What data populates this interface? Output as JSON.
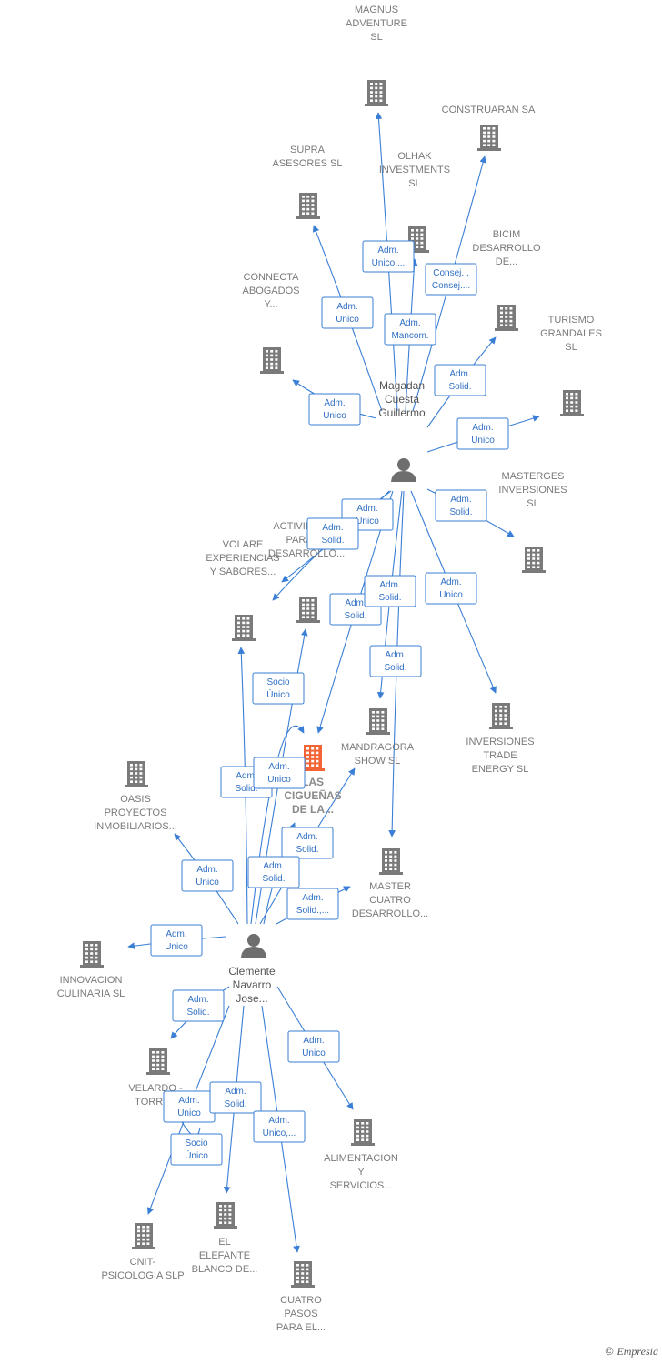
{
  "colors": {
    "edge": "#3a7fd5",
    "building": "#7a7a7a",
    "focus": "#f26436",
    "person": "#6e6e6e"
  },
  "persons": [
    {
      "id": "magadan",
      "lines": [
        "Magadan",
        "Cuesta",
        "Guillermo"
      ]
    },
    {
      "id": "clemente",
      "lines": [
        "Clemente",
        "Navarro",
        "Jose..."
      ]
    }
  ],
  "companies": [
    {
      "id": "magnus",
      "lines": [
        "MAGNUS",
        "ADVENTURE",
        "SL"
      ]
    },
    {
      "id": "construaran",
      "lines": [
        "CONSTRUARAN SA"
      ]
    },
    {
      "id": "supra",
      "lines": [
        "SUPRA",
        "ASESORES  SL"
      ]
    },
    {
      "id": "olhak",
      "lines": [
        "OLHAK",
        "INVESTMENTS",
        "SL"
      ]
    },
    {
      "id": "bicim",
      "lines": [
        "BICIM",
        "DESARROLLO",
        "DE..."
      ]
    },
    {
      "id": "connecta",
      "lines": [
        "CONNECTA",
        "ABOGADOS",
        "Y..."
      ]
    },
    {
      "id": "turismo",
      "lines": [
        "TURISMO",
        "GRANDALES",
        "SL"
      ]
    },
    {
      "id": "masterges",
      "lines": [
        "MASTERGES",
        "INVERSIONES",
        "SL"
      ]
    },
    {
      "id": "actividades",
      "lines": [
        "ACTIVIDADES",
        "PARA EL",
        "DESARROLLO..."
      ]
    },
    {
      "id": "volare",
      "lines": [
        "VOLARE",
        "EXPERIENCIAS",
        "Y SABORES..."
      ]
    },
    {
      "id": "lascig",
      "lines": [
        "LAS",
        "CIGUEÑAS",
        "DE LA..."
      ],
      "focus": true
    },
    {
      "id": "mandragora",
      "lines": [
        "MANDRAGORA",
        "SHOW  SL"
      ]
    },
    {
      "id": "inversiones",
      "lines": [
        "INVERSIONES",
        "TRADE",
        "ENERGY  SL"
      ]
    },
    {
      "id": "oasis",
      "lines": [
        "OASIS",
        "PROYECTOS",
        "INMOBILIARIOS..."
      ]
    },
    {
      "id": "master4",
      "lines": [
        "MASTER",
        "CUATRO",
        "DESARROLLO..."
      ]
    },
    {
      "id": "innovacion",
      "lines": [
        "INNOVACION",
        "CULINARIA SL"
      ]
    },
    {
      "id": "velardo",
      "lines": [
        "VELARDO -",
        "TORRES"
      ]
    },
    {
      "id": "alimentacion",
      "lines": [
        "ALIMENTACION",
        "Y",
        "SERVICIOS..."
      ]
    },
    {
      "id": "cnit",
      "lines": [
        "CNIT-",
        "PSICOLOGIA SLP"
      ]
    },
    {
      "id": "elefante",
      "lines": [
        "EL",
        "ELEFANTE",
        "BLANCO DE..."
      ]
    },
    {
      "id": "cuatro",
      "lines": [
        "CUATRO",
        "PASOS",
        "PARA EL..."
      ]
    }
  ],
  "relations": [
    {
      "from": "magadan",
      "to": "magnus",
      "lines": [
        "Adm.",
        "Unico,..."
      ]
    },
    {
      "from": "magadan",
      "to": "construaran",
      "lines": [
        "Consej. ,",
        "Consej...."
      ]
    },
    {
      "from": "magadan",
      "to": "supra",
      "lines": [
        "Adm.",
        "Unico"
      ]
    },
    {
      "from": "magadan",
      "to": "olhak",
      "lines": [
        "Adm.",
        "Mancom."
      ]
    },
    {
      "from": "magadan",
      "to": "bicim",
      "lines": [
        "Adm.",
        "Solid."
      ]
    },
    {
      "from": "magadan",
      "to": "connecta",
      "lines": [
        "Adm.",
        "Unico"
      ]
    },
    {
      "from": "magadan",
      "to": "turismo",
      "lines": [
        "Adm.",
        "Unico"
      ]
    },
    {
      "from": "magadan",
      "to": "masterges",
      "lines": [
        "Adm.",
        "Solid."
      ]
    },
    {
      "from": "magadan",
      "to": "actividades",
      "lines": [
        "Adm.",
        "Unico"
      ]
    },
    {
      "from": "magadan",
      "to": "volare",
      "lines": [
        "Adm.",
        "Solid."
      ]
    },
    {
      "from": "magadan",
      "to": "lascig",
      "lines": [
        "Adm.",
        "Solid."
      ]
    },
    {
      "from": "magadan",
      "to": "mandragora",
      "lines": [
        "Adm.",
        "Solid."
      ]
    },
    {
      "from": "magadan",
      "to": "master4",
      "lines": [
        "Adm.",
        "Solid."
      ]
    },
    {
      "from": "magadan",
      "to": "inversiones",
      "lines": [
        "Adm.",
        "Unico"
      ]
    },
    {
      "from": "clemente",
      "to": "volare",
      "lines": [
        "Adm.",
        "Solid."
      ]
    },
    {
      "from": "clemente",
      "to": "actividades",
      "lines": [
        "Adm.",
        "Unico"
      ]
    },
    {
      "from": "clemente",
      "to": "lascig",
      "lines": [
        "Socio",
        "Único"
      ]
    },
    {
      "from": "clemente",
      "to": "mandragora",
      "lines": [
        "Adm.",
        "Solid."
      ]
    },
    {
      "from": "clemente",
      "to": "oasis",
      "lines": [
        "Adm.",
        "Unico"
      ]
    },
    {
      "from": "clemente",
      "to": "master4",
      "lines": [
        "Adm.",
        "Solid.,..."
      ]
    },
    {
      "from": "clemente",
      "to": "lascig",
      "lines": [
        "Adm.",
        "Solid."
      ]
    },
    {
      "from": "clemente",
      "to": "innovacion",
      "lines": [
        "Adm.",
        "Unico"
      ]
    },
    {
      "from": "clemente",
      "to": "velardo",
      "lines": [
        "Adm.",
        "Solid."
      ]
    },
    {
      "from": "clemente",
      "to": "alimentacion",
      "lines": [
        "Adm.",
        "Unico"
      ]
    },
    {
      "from": "clemente",
      "to": "cnit",
      "lines": [
        "Adm.",
        "Unico"
      ]
    },
    {
      "from": "clemente",
      "to": "cnit",
      "lines": [
        "Socio",
        "Único"
      ]
    },
    {
      "from": "clemente",
      "to": "elefante",
      "lines": [
        "Adm.",
        "Solid."
      ]
    },
    {
      "from": "clemente",
      "to": "cuatro",
      "lines": [
        "Adm.",
        "Unico,..."
      ]
    }
  ],
  "footer": {
    "copyright": "©",
    "brand": "Empresia"
  }
}
